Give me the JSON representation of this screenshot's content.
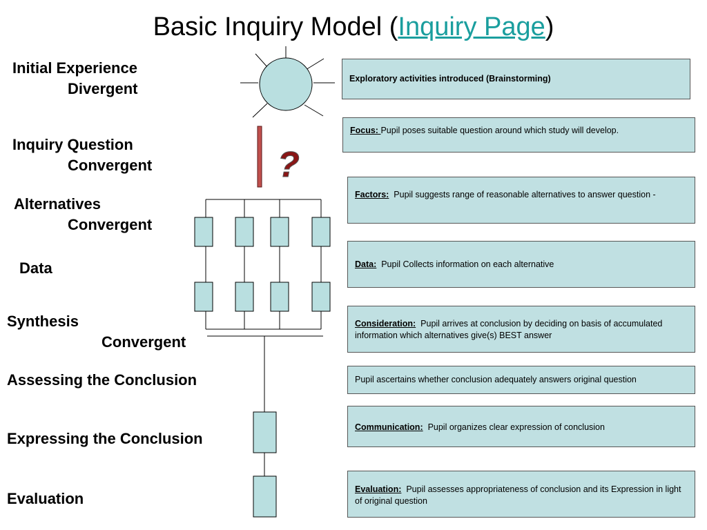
{
  "title": {
    "text": "Basic Inquiry Model (",
    "link": "Inquiry Page",
    "close": ")"
  },
  "stages": [
    {
      "label": "Initial Experience",
      "sub": "Divergent"
    },
    {
      "label": "Inquiry Question",
      "sub": "Convergent"
    },
    {
      "label": "Alternatives",
      "sub": "Convergent"
    },
    {
      "label": "Data",
      "sub": ""
    },
    {
      "label": "Synthesis",
      "sub": "Convergent"
    },
    {
      "label": "Assessing the Conclusion",
      "sub": ""
    },
    {
      "label": "Expressing the Conclusion",
      "sub": ""
    },
    {
      "label": "Evaluation",
      "sub": ""
    }
  ],
  "question_mark": "?",
  "boxes": [
    {
      "keyword": "",
      "text": "Exploratory activities introduced (Brainstorming)"
    },
    {
      "keyword": "Focus: ",
      "text": "Pupil poses suitable question around which study will develop."
    },
    {
      "keyword": "Factors:",
      "text": "Pupil suggests range of reasonable alternatives to answer question -"
    },
    {
      "keyword": "Data:",
      "text": "Pupil Collects information on each alternative"
    },
    {
      "keyword": "Consideration:",
      "text": "Pupil arrives at conclusion by deciding on basis of accumulated information which alternatives give(s) BEST answer"
    },
    {
      "keyword": "",
      "text": "Pupil ascertains whether conclusion adequately answers original question"
    },
    {
      "keyword": "Communication:",
      "text": "Pupil organizes clear expression of conclusion"
    },
    {
      "keyword": "Evaluation:",
      "text": "Pupil assesses appropriateness of conclusion and its Expression in light of original question"
    }
  ],
  "colors": {
    "box_fill": "#c0e0e2",
    "shape_fill": "#b9dfe0",
    "link": "#1a9e9e",
    "question": "#a01c1c"
  }
}
